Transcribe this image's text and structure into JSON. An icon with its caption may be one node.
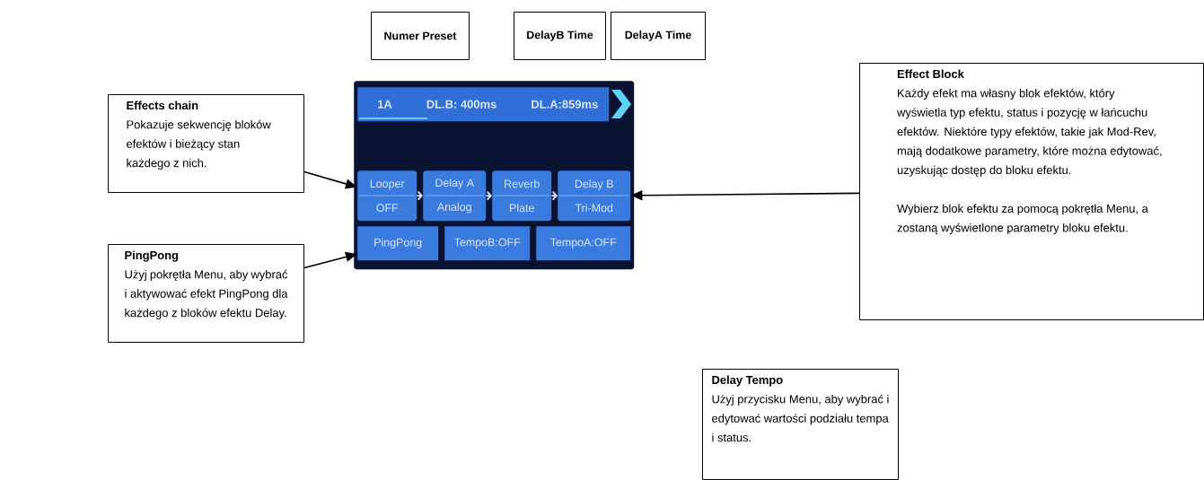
{
  "diagram": {
    "nodes": [
      {
        "text": [
          "Numer Preset"
        ]
      },
      {
        "text": [
          "DelayB Time"
        ]
      },
      {
        "text": [
          "DelayA Time"
        ]
      },
      {
        "text": [
          "Effects chain",
          "Pokazuje sekwencję bloków efektów i bieżący stan każdego z nich."
        ]
      },
      {
        "text": [
          "PingPong",
          "Użyj pokrętła Menu, aby wybrać i aktywować efekt PingPong dla każdego z bloków efektu Delay."
        ]
      },
      {
        "text": [
          "Effect Block",
          "Każdy efekt ma własny blok efektów, który wyświetla typ efektu, status i pozycję w łańcuchu efektów. Niektóre typy efektów, takie jak Mod-Rev, mają dodatkowe parametry, które można edytować, uzyskując dostęp do bloku efektu.",
          "Wybierz blok efektu za pomocą pokrętła Menu, a zostaną wyświetlone parametry bloku efektu."
        ]
      },
      {
        "text": [
          "Delay Tempo",
          "Użyj przycisku Menu, aby wybrać i edytować wartości podziału tempa i status."
        ]
      },
      {
        "text": [],
        "shape": "box"
      },
      {
        "text": [
          "1A",
          "DL.B: 400ms",
          "DL.A:859ms"
        ],
        "in": 7
      },
      {
        "text": [
          "Looper",
          "OFF"
        ],
        "in": 7
      },
      {
        "text": [
          "Delay A",
          "Analog"
        ],
        "in": 7
      },
      {
        "text": [
          "Reverb",
          "Plate"
        ],
        "in": 7
      },
      {
        "text": [
          "Delay B",
          "Tri-Mod"
        ],
        "in": 7
      },
      {
        "text": [
          "PingPong"
        ],
        "in": 7
      },
      {
        "text": [
          "TempoB:OFF"
        ],
        "in": 7
      },
      {
        "text": [
          "TempoA:OFF"
        ],
        "in": 7
      }
    ],
    "edges": [
      {
        "from": 3,
        "to": 9,
        "arrow": "to"
      },
      {
        "from": 4,
        "to": 13,
        "arrow": "to"
      },
      {
        "from": 5,
        "to": 12,
        "arrow": "to"
      },
      {
        "from": 9,
        "to": 10,
        "arrow": "to",
        "color": "#d0e4ff"
      },
      {
        "from": 10,
        "to": 11,
        "arrow": "to",
        "color": "#d0e4ff"
      },
      {
        "from": 11,
        "to": 12,
        "arrow": "to",
        "color": "#d0e4ff"
      }
    ]
  }
}
